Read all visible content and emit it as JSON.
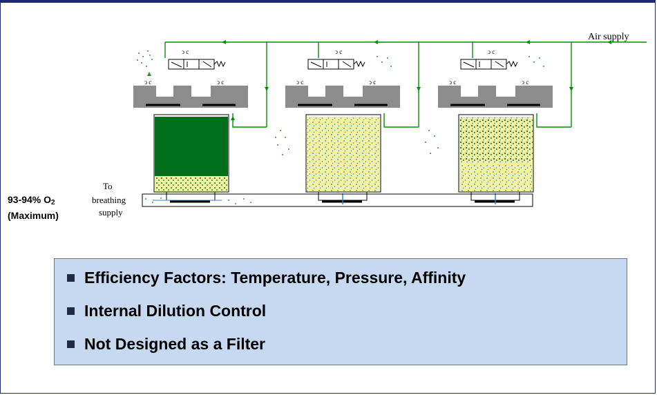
{
  "diagram": {
    "air_supply_label": "Air supply",
    "to_breathing_supply": [
      "To",
      "breathing",
      "supply"
    ],
    "o2_output": {
      "value": "93-94% O",
      "subscript": "2",
      "qualifier": "(Maximum)"
    }
  },
  "bullets": [
    "Efficiency Factors: Temperature, Pressure, Affinity",
    "Internal Dilution Control",
    "Not Designed as a Filter"
  ],
  "colors": {
    "border": "#1d2a7a",
    "pipe_green": "#009000",
    "saturated_green": "#006e1a",
    "sieve_yellow": "#f3f3a2",
    "oxygen_blue": "#2a86d4",
    "valve_gray": "#8d8d8d",
    "panel_blue": "#c6d9f1",
    "bullet_square": "#1f2a44"
  }
}
